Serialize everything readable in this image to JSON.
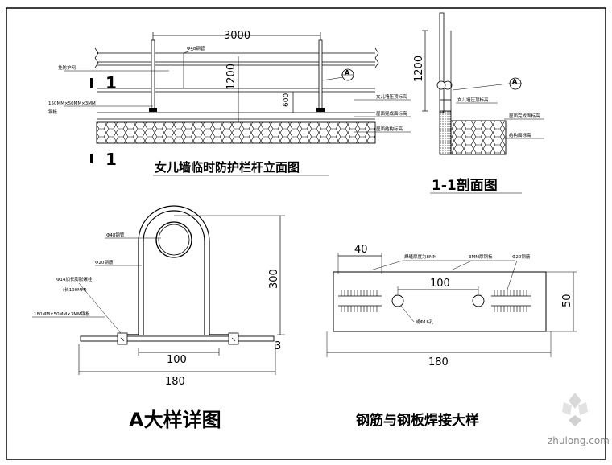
{
  "elevation": {
    "title": "女儿墙临时防护栏杆立面图",
    "dim_span": "3000",
    "dim_height": "1200",
    "dim_low": "600",
    "section_mark": "1",
    "detail_ref": "A",
    "notes_left": [
      "挂防护网",
      "150MM×50MM×3MM",
      "钢板"
    ],
    "notes_right": [
      "女儿墙压顶标高",
      "屋面完成面标高",
      "屋面结构标高"
    ],
    "top_note": "Φ48钢管"
  },
  "section": {
    "title": "1-1剖面图",
    "dim_height": "1200",
    "detail_ref": "A",
    "notes": [
      "女儿墙压顶标高",
      "屋面完成面标高",
      "结构面标高"
    ]
  },
  "detail_a": {
    "title": "A大样详图",
    "labels": [
      "Φ48钢管",
      "Φ20钢筋",
      "Φ14加长膨胀螺栓",
      "(长100MM)",
      "180MM×50MM×3MM钢板"
    ],
    "dim_inner": "100",
    "dim_total": "180",
    "dim_height": "300",
    "dim_thick": "3"
  },
  "plate": {
    "title": "钢筋与钢板焊接大样",
    "labels": [
      "焊缝厚度为8MM",
      "3MM厚钢板",
      "Φ20钢筋",
      "或Φ16孔"
    ],
    "dim_40": "40",
    "dim_100": "100",
    "dim_180": "180",
    "dim_50": "50"
  },
  "watermark": "zhulong.com"
}
